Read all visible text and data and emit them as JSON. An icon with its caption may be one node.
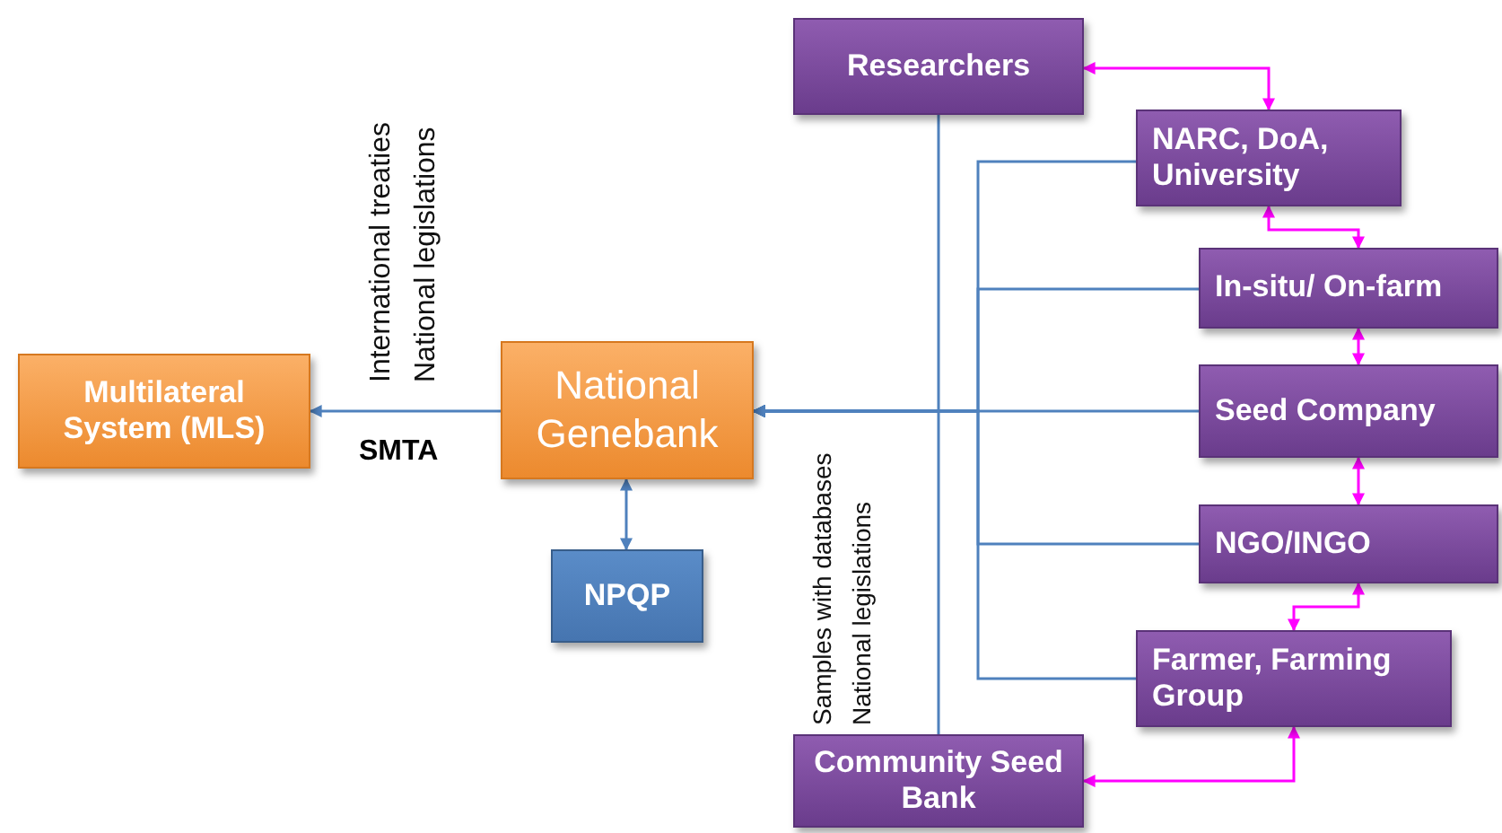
{
  "diagram": {
    "nodes": [
      {
        "text": [
          "Multilateral System (MLS)"
        ]
      },
      {
        "text": [
          "National Genebank"
        ]
      },
      {
        "text": [
          "NPQP"
        ]
      },
      {
        "text": [
          "Researchers"
        ]
      },
      {
        "text": [
          "NARC, DoA, University"
        ]
      },
      {
        "text": [
          "In-situ/ On-farm"
        ]
      },
      {
        "text": [
          "Seed Company"
        ]
      },
      {
        "text": [
          "NGO/INGO"
        ]
      },
      {
        "text": [
          "Farmer, Farming Group"
        ]
      },
      {
        "text": [
          "Community Seed Bank"
        ]
      }
    ],
    "edges": [
      {
        "from": 1,
        "to": 0,
        "arrow": "to",
        "label": "SMTA"
      },
      {
        "from": 1,
        "to": 2,
        "arrow": "both"
      },
      {
        "from": 3,
        "to": 1,
        "arrow": "to"
      },
      {
        "from": 4,
        "to": 1,
        "arrow": "to"
      },
      {
        "from": 5,
        "to": 1,
        "arrow": "to"
      },
      {
        "from": 6,
        "to": 1,
        "arrow": "to"
      },
      {
        "from": 7,
        "to": 1,
        "arrow": "to"
      },
      {
        "from": 8,
        "to": 1,
        "arrow": "to"
      },
      {
        "from": 9,
        "to": 1,
        "arrow": "to"
      },
      {
        "from": 3,
        "to": 4,
        "arrow": "both",
        "color": "#ff00ff"
      },
      {
        "from": 4,
        "to": 5,
        "arrow": "both",
        "color": "#ff00ff"
      },
      {
        "from": 5,
        "to": 6,
        "arrow": "both",
        "color": "#ff00ff"
      },
      {
        "from": 6,
        "to": 7,
        "arrow": "both",
        "color": "#ff00ff"
      },
      {
        "from": 7,
        "to": 8,
        "arrow": "both",
        "color": "#ff00ff"
      },
      {
        "from": 8,
        "to": 9,
        "arrow": "both",
        "color": "#ff00ff"
      }
    ],
    "labels": [
      "International treaties",
      "National legislations",
      "Samples with databases",
      "National legislations"
    ]
  }
}
